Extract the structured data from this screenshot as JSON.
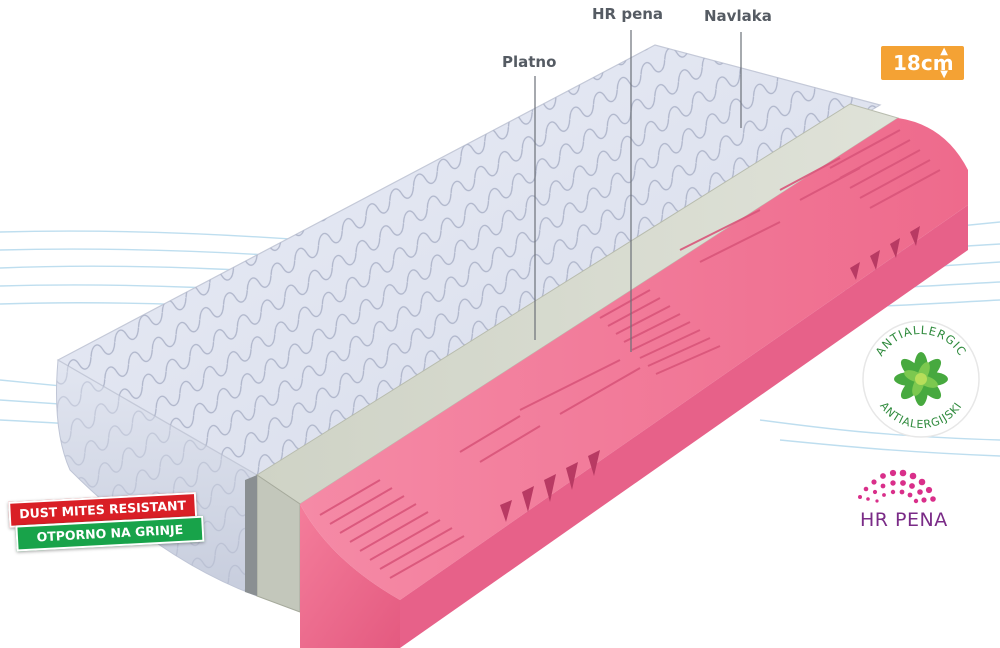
{
  "labels": {
    "platno": "Platno",
    "hr_pena": "HR pena",
    "navlaka": "Navlaka"
  },
  "height_badge": {
    "value": "18",
    "unit": "cm",
    "color": "#f4a234"
  },
  "dust_badge": {
    "line1": "DUST MITES RESISTANT",
    "line2": "OTPORNO NA GRINJE",
    "line1_color": "#d91f26",
    "line2_color": "#18a34a"
  },
  "antiallergic_badge": {
    "top_text": "ANTIALLERGIC",
    "bottom_text": "ANTIALERGIJSKI",
    "icon": "green-flower-icon"
  },
  "hr_logo": {
    "text": "HR PENA",
    "icon": "dotted-arc-icon",
    "color": "#7a2b87"
  },
  "colors": {
    "cover": "#dfe4f0",
    "canvas_layer": "#d4d8cc",
    "foam": "#f07a98"
  }
}
